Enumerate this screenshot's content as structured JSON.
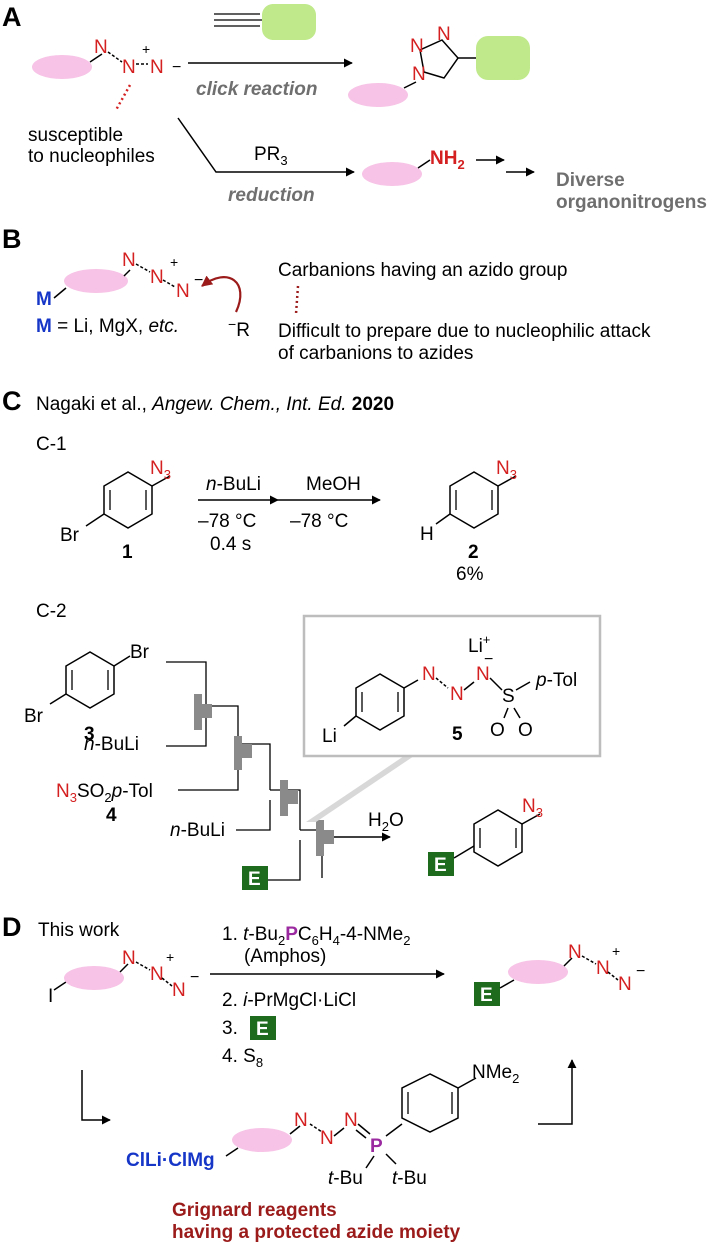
{
  "colors": {
    "azide_red": "#d42020",
    "metal_blue": "#1636c8",
    "ellipse_pink": "#f7c3e6",
    "box_green": "#bfe98a",
    "E_box_green": "#1e6b1e",
    "caption_gray": "#6f6f6f",
    "caption_darkred": "#9b1b1b",
    "phosphorus_purple": "#9b2aa0"
  },
  "sectionA": {
    "label": "A",
    "susceptible_line1": "susceptible",
    "susceptible_line2": "to nucleophiles",
    "click_reaction": "click reaction",
    "reagent_PR": "PR",
    "reagent_PR_sub": "3",
    "reduction": "reduction",
    "NH": "NH",
    "NH_sub": "2",
    "diverse_line1": "Diverse",
    "diverse_line2": "organonitrogens"
  },
  "sectionB": {
    "label": "B",
    "M": "M",
    "M_def_M": "M",
    "M_def_rest": " = Li, MgX, ",
    "M_def_etc": "etc.",
    "R": "R",
    "text_line1": "Carbanions having an azido group",
    "text_line2": "Difficult to prepare due to nucleophilic attack",
    "text_line3": "of carbanions to azides"
  },
  "sectionC": {
    "label": "C",
    "cite_authors": "Nagaki et al., ",
    "cite_journal": "Angew. Chem., Int. Ed.",
    "cite_year": "2020",
    "c1_label": "C-1",
    "Br": "Br",
    "N3_N": "N",
    "N3_sub": "3",
    "H": "H",
    "cmpd1": "1",
    "cmpd2": "2",
    "yield2": "6%",
    "nBuLi_n": "n",
    "nBuLi_rest": "-BuLi",
    "MeOH": "MeOH",
    "temp": "–78 °C",
    "time": "0.4 s",
    "c2_label": "C-2",
    "cmpd3": "3",
    "cmpd4": "4",
    "cmpd5": "5",
    "tosyl_SO": "SO",
    "tosyl_sub": "2",
    "tosyl_p": "p",
    "tosyl_tol": "-Tol",
    "Li": "Li",
    "Li_plus": "+",
    "S": "S",
    "O": "O",
    "pTol_p": "p",
    "pTol_rest": "-Tol",
    "H2O_H": "H",
    "H2O_sub": "2",
    "H2O_O": "O",
    "E": "E"
  },
  "sectionD": {
    "label": "D",
    "this_work": "This work",
    "I": "I",
    "step1_num": "1. ",
    "step1_t": "t",
    "step1_Bu": "-Bu",
    "step1_sub2": "2",
    "step1_P": "P",
    "step1_C": "C",
    "step1_sub6": "6",
    "step1_H": "H",
    "step1_sub4": "4",
    "step1_rest": "-4-NMe",
    "step1_sub2b": "2",
    "amphos": "(Amphos)",
    "step2_num": "2. ",
    "step2_i": "i",
    "step2_rest": "-PrMgCl·LiCl",
    "step3_num": "3.",
    "step4_num": "4. S",
    "step4_sub": "8",
    "E": "E",
    "ClLiClMg": "ClLi·ClMg",
    "P": "P",
    "tBu_t": "t",
    "tBu_rest": "-Bu",
    "NMe": "NMe",
    "NMe_sub": "2",
    "caption_line1": "Grignard reagents",
    "caption_line2": "having a protected azide moiety"
  }
}
